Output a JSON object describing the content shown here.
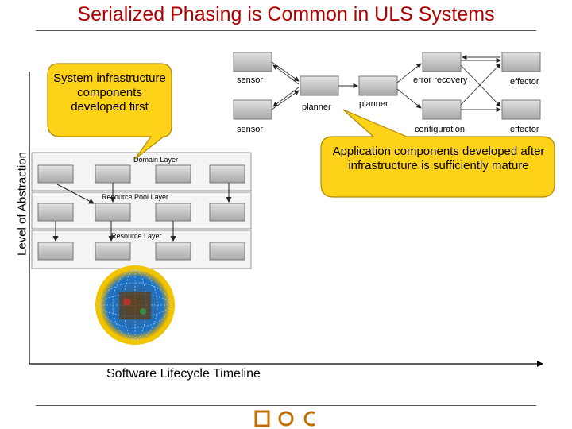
{
  "slide": {
    "title": "Serialized Phasing is Common in ULS Systems",
    "y_axis_label": "Level of Abstraction",
    "x_axis_label": "Software Lifecycle Timeline"
  },
  "callouts": {
    "infrastructure": "System infrastructure components developed first",
    "application": "Application components developed after infrastructure is sufficiently mature"
  },
  "layers": {
    "domain": "Domain Layer",
    "resource_pool": "Resource Pool Layer",
    "resource": "Resource Layer"
  },
  "app_diagram": {
    "sensor_top": "sensor",
    "sensor_bottom": "sensor",
    "planner_left": "planner",
    "planner_right": "planner",
    "error_recovery": "error recovery",
    "configuration": "configuration",
    "effector_top": "effector",
    "effector_bottom": "effector"
  },
  "footer": {
    "logo": "DOC"
  },
  "colors": {
    "title": "#b00000",
    "callout_fill": "#ffd21a",
    "callout_stroke": "#b08a00",
    "component_box": "#c8c8c8"
  }
}
